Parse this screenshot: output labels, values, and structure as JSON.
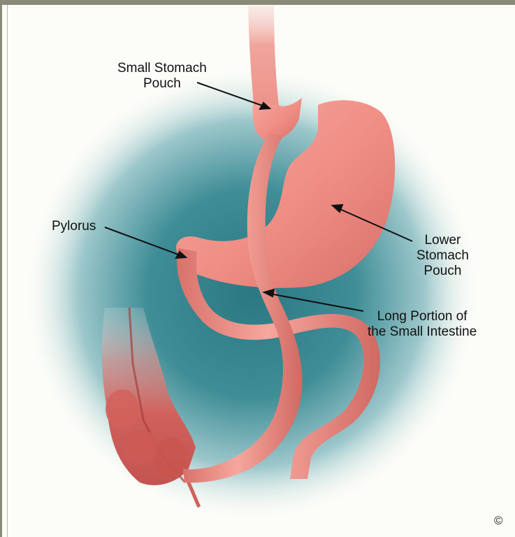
{
  "labels": {
    "small_stomach_pouch": [
      "Small Stomach",
      "Pouch"
    ],
    "pylorus": "Pylorus",
    "lower_stomach_pouch": [
      "Lower",
      "Stomach",
      "Pouch"
    ],
    "long_portion": [
      "Long Portion of",
      "the Small Intestine"
    ]
  },
  "copyright": "©",
  "colors": {
    "background_glow": "#2f7d86",
    "tissue": "#ec8f86",
    "tissue_dark": "#c9625c",
    "colon": "#cf5b57"
  }
}
